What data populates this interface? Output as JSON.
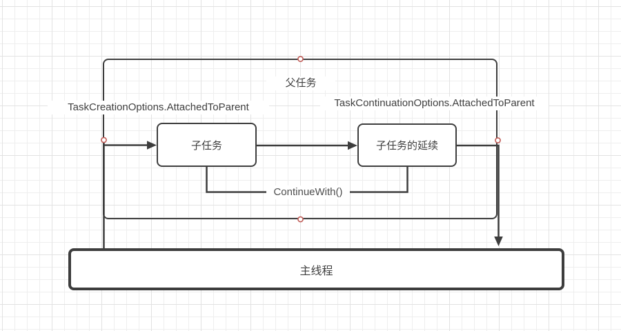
{
  "diagram": {
    "nodes": {
      "parent_task": {
        "label": "父任务"
      },
      "child_task": {
        "label": "子任务"
      },
      "child_continuation": {
        "label": "子任务的延续"
      },
      "main_thread": {
        "label": "主线程"
      }
    },
    "edge_labels": {
      "task_creation_options": "TaskCreationOptions.AttachedToParent",
      "task_continuation_options": "TaskContinuationOptions.AttachedToParent",
      "continue_with": "ContinueWith()"
    },
    "colors": {
      "stroke": "#3d3d3d",
      "text": "#3f3f3f",
      "connection_point_stroke": "#bf5b56",
      "shape_fill": "#ffffff",
      "grid_minor": "#eeeeee",
      "grid_major": "#e2e2e2"
    }
  }
}
